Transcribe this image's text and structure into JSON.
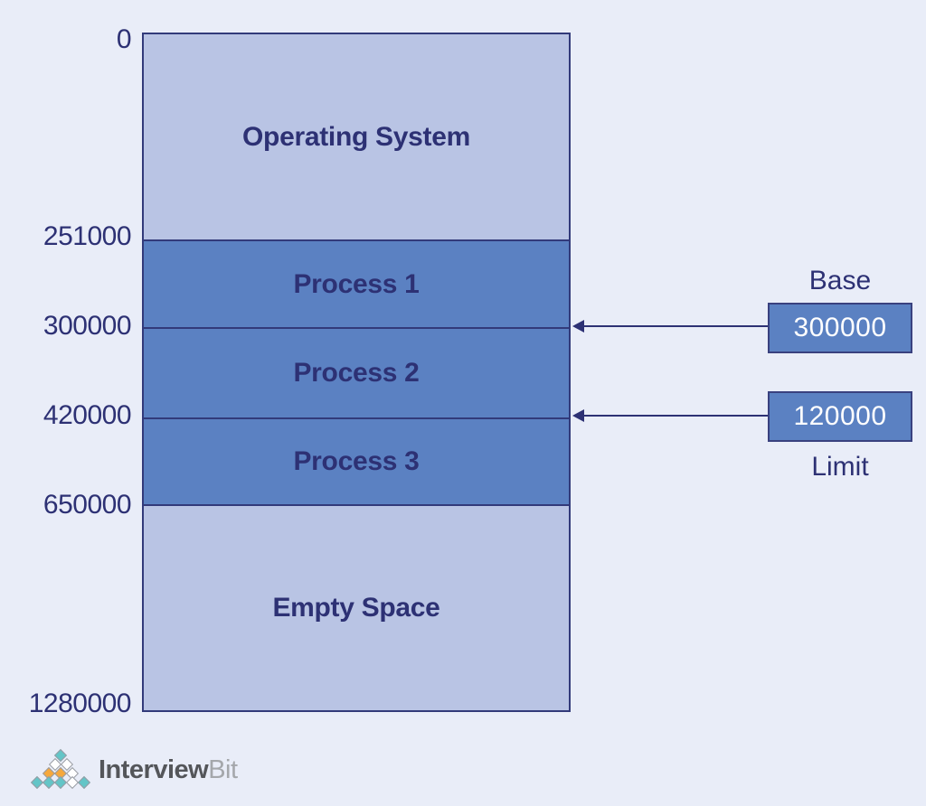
{
  "memory_map": {
    "segments": [
      {
        "label": "Operating System",
        "type": "reserved"
      },
      {
        "label": "Process 1",
        "type": "process"
      },
      {
        "label": "Process 2",
        "type": "process"
      },
      {
        "label": "Process 3",
        "type": "process"
      },
      {
        "label": "Empty Space",
        "type": "free"
      }
    ],
    "addresses": [
      "0",
      "251000",
      "300000",
      "420000",
      "650000",
      "1280000"
    ]
  },
  "annotations": {
    "base": {
      "label": "Base",
      "value": "300000"
    },
    "limit": {
      "label": "Limit",
      "value": "120000"
    }
  },
  "logo": {
    "text_primary": "Interview",
    "text_secondary": "Bit"
  },
  "colors": {
    "background": "#e9edf8",
    "segment_light": "#b9c4e4",
    "segment_dark": "#5b81c2",
    "outline": "#323a7a",
    "text": "#2d3174",
    "arrow": "#2d3174",
    "box_fill": "#5b81c2",
    "box_text": "#ffffff",
    "logo_teal": "#63c5c7",
    "logo_orange": "#f6a83c",
    "logo_white": "#ffffff",
    "logo_text_primary": "#54565a",
    "logo_text_secondary": "#a4a7ab"
  }
}
